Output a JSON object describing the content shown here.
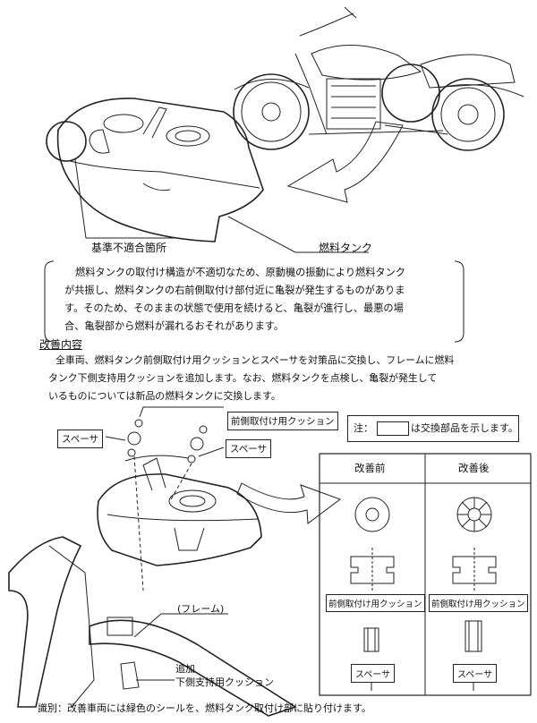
{
  "top_labels": {
    "defect_location": "基準不適合箇所",
    "fuel_tank": "燃料タンク"
  },
  "problem": {
    "lines": [
      "燃料タンクの取付け構造が不適切なため、原動機の振動により燃料タンク",
      "が共振し、燃料タンクの右前側取付け部付近に亀裂が発生するものがありま",
      "す。そのため、そのままの状態で使用を続けると、亀裂が進行し、最悪の場",
      "合、亀裂部から燃料が漏れるおそれがあります。"
    ]
  },
  "remedy": {
    "heading": "改善内容",
    "lines": [
      "全車両、燃料タンク前側取付け用クッションとスペーサを対策品に交換し、フレームに燃料",
      "タンク下側支持用クッションを追加します。なお、燃料タンクを点検し、亀裂が発生して",
      "いるものについては新品の燃料タンクに交換します。"
    ]
  },
  "diagram": {
    "spacer_left": "スペーサ",
    "front_cushion": "前側取付け用クッション",
    "spacer_right": "スペーサ",
    "frame": "(フレーム)",
    "added_1": "追加",
    "added_2": "下側支持用クッション"
  },
  "note": {
    "prefix": "注：",
    "suffix": "は交換部品を示します。"
  },
  "comparison": {
    "before": "改善前",
    "after": "改善後",
    "cushion_label": "前側取付け用クッション",
    "spacer_label": "スペーサ"
  },
  "footer": "識別：改善車両には緑色のシールを、燃料タンク取付け部に貼り付けます。"
}
